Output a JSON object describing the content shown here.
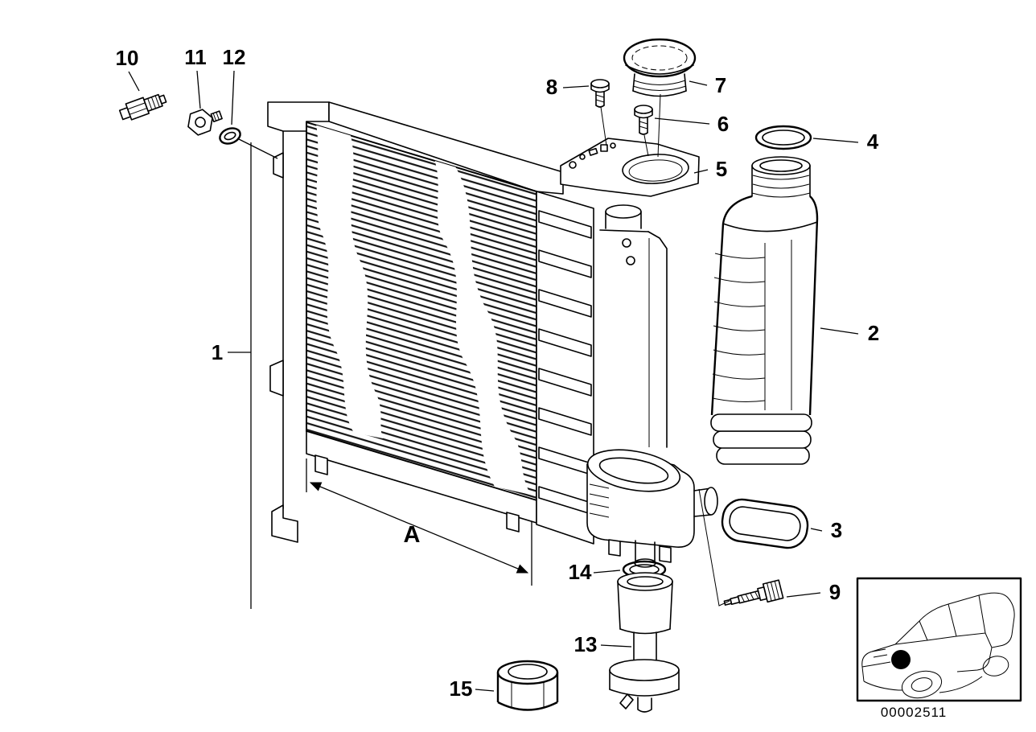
{
  "page": {
    "background": "#ffffff",
    "ink": "#000000"
  },
  "diagram": {
    "drawing_number": "00002511",
    "dimension_label": "A",
    "callouts": {
      "c1": "1",
      "c2": "2",
      "c3": "3",
      "c4": "4",
      "c5": "5",
      "c6": "6",
      "c7": "7",
      "c8": "8",
      "c9": "9",
      "c10": "10",
      "c11": "11",
      "c12": "12",
      "c13": "13",
      "c14": "14",
      "c15": "15"
    }
  }
}
